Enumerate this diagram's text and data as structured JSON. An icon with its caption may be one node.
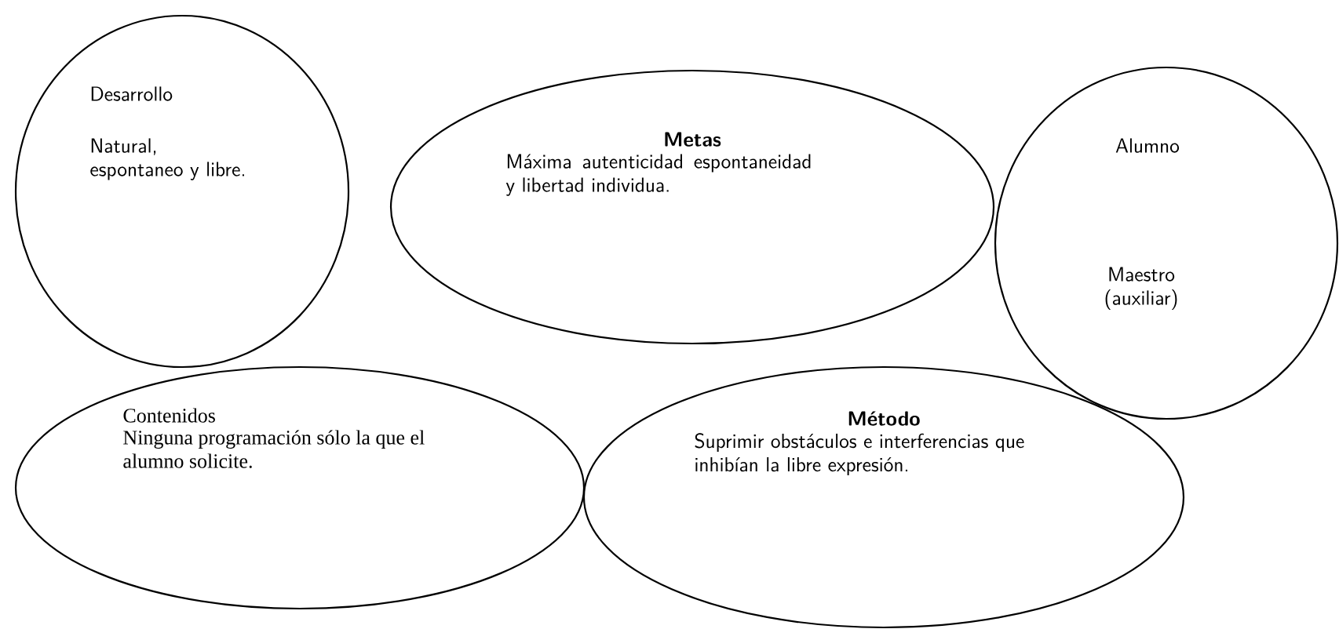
{
  "diagram": {
    "nodes": [
      {
        "text": [
          "Desarrollo",
          "Natural, espontaneo y libre."
        ]
      },
      {
        "text": [
          "Metas",
          "Máxima autenticidad espontaneidad y libertad individua."
        ]
      },
      {
        "text": [
          "Alumno",
          "Maestro (auxiliar)"
        ]
      },
      {
        "text": [
          "Contenidos",
          "Ninguna programación sólo la que el alumno solicite."
        ]
      },
      {
        "text": [
          "Método",
          "Suprimir obstáculos e interferencias que inhibían la libre expresión."
        ]
      }
    ]
  }
}
